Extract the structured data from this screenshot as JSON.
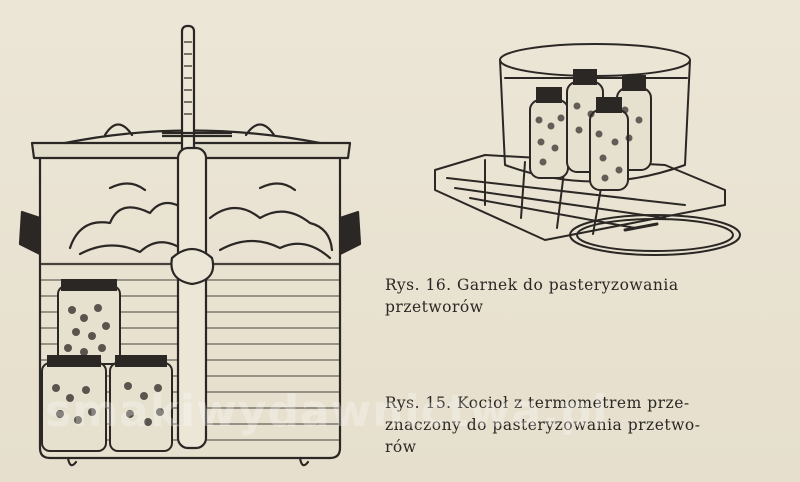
{
  "captions": {
    "fig16": {
      "line1": "Rys. 16. Garnek do pasteryzowania",
      "line2": "przetworów"
    },
    "fig15": {
      "line1": "Rys. 15. Kocioł z termometrem prze-",
      "line2": "znaczony do pasteryzowania przetwo-",
      "line3": "rów"
    }
  },
  "watermark": "smakiwydawnictwa.pl",
  "colors": {
    "paper": "#e9e3d3",
    "ink": "#2b2724"
  }
}
